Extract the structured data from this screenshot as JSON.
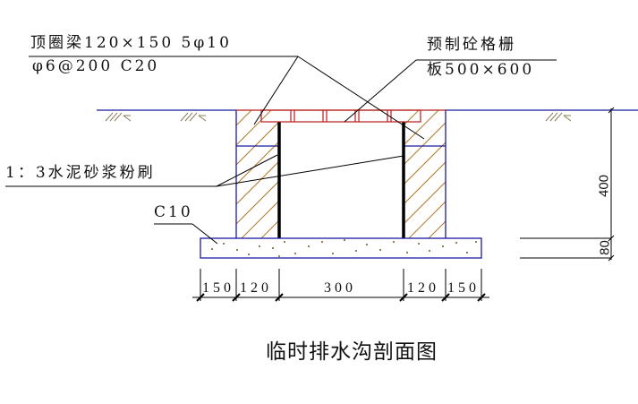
{
  "drawing": {
    "title": "临时排水沟剖面图",
    "labels": {
      "ring_beam_line1": "顶圈梁120×150 5φ10",
      "ring_beam_line2": "φ6@200 C20",
      "grating_line1": "预制砼格栅",
      "grating_line2": "板500×600",
      "plaster": "1：3水泥砂浆粉刷",
      "base": "C10"
    },
    "horizontal_dimensions": [
      "150",
      "120",
      "300",
      "120",
      "150"
    ],
    "vertical_dimensions": {
      "wall_height": "400",
      "base_thickness": "80"
    },
    "colors": {
      "ground_line": "#1a1a9e",
      "wall_outline": "#1a1a9e",
      "hatch": "#b07a2a",
      "grating": "#b81c1c",
      "leader": "#000000"
    }
  }
}
